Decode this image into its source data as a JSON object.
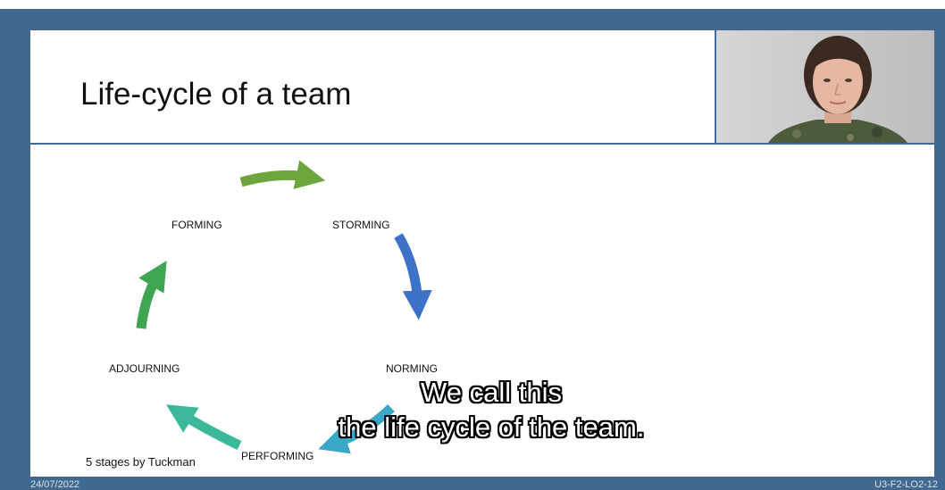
{
  "slide": {
    "title": "Life-cycle of a team",
    "footnote": "5 stages by Tuckman"
  },
  "diagram": {
    "stages": [
      {
        "label": "FORMING",
        "arrow_color": "#6ea63e"
      },
      {
        "label": "STORMING",
        "arrow_color": "#3d72c9"
      },
      {
        "label": "NORMING",
        "arrow_color": "#3aa8c6"
      },
      {
        "label": "PERFORMING",
        "arrow_color": "#3bb89a"
      },
      {
        "label": "ADJOURNING",
        "arrow_color": "#3fa552"
      }
    ]
  },
  "caption": {
    "line1": "We call this",
    "line2": "the life cycle of the team."
  },
  "footer": {
    "date": "24/07/2022",
    "code": "U3-F2-LO2-12"
  }
}
